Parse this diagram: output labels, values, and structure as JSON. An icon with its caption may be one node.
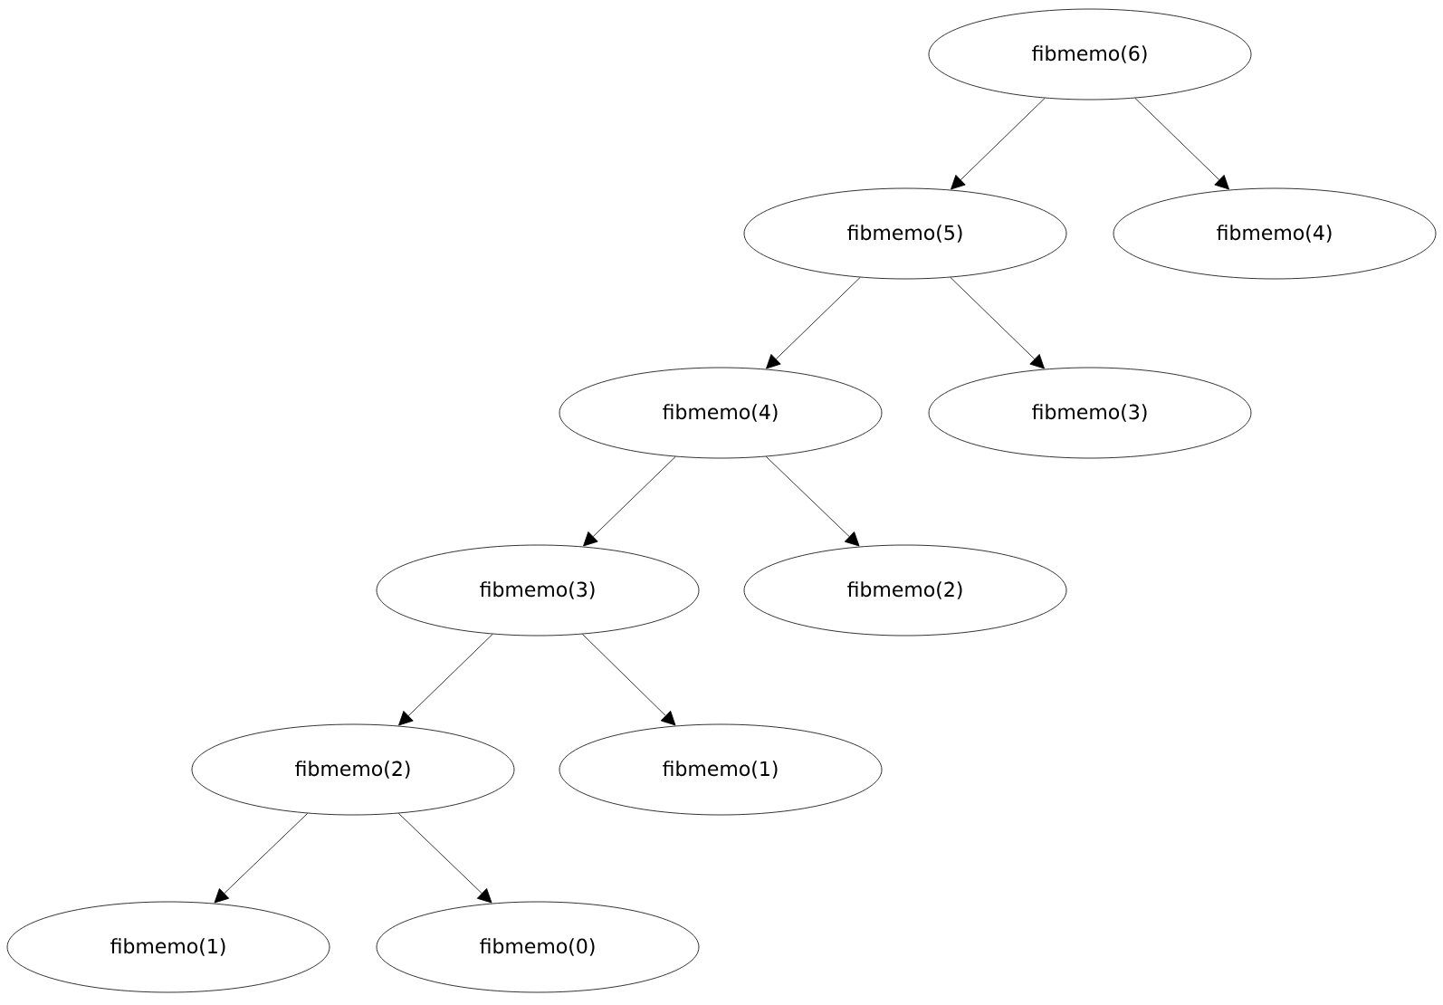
{
  "diagram": {
    "nodes": [
      {
        "text": [
          "fibmemo(6)"
        ]
      },
      {
        "text": [
          "fibmemo(5)"
        ]
      },
      {
        "text": [
          "fibmemo(4)"
        ]
      },
      {
        "text": [
          "fibmemo(4)"
        ]
      },
      {
        "text": [
          "fibmemo(3)"
        ]
      },
      {
        "text": [
          "fibmemo(3)"
        ]
      },
      {
        "text": [
          "fibmemo(2)"
        ]
      },
      {
        "text": [
          "fibmemo(2)"
        ]
      },
      {
        "text": [
          "fibmemo(1)"
        ]
      },
      {
        "text": [
          "fibmemo(1)"
        ]
      },
      {
        "text": [
          "fibmemo(0)"
        ]
      }
    ],
    "edges": [
      {
        "from": 0,
        "to": 1,
        "arrow": "to"
      },
      {
        "from": 0,
        "to": 2,
        "arrow": "to"
      },
      {
        "from": 1,
        "to": 3,
        "arrow": "to"
      },
      {
        "from": 1,
        "to": 4,
        "arrow": "to"
      },
      {
        "from": 3,
        "to": 5,
        "arrow": "to"
      },
      {
        "from": 3,
        "to": 6,
        "arrow": "to"
      },
      {
        "from": 5,
        "to": 7,
        "arrow": "to"
      },
      {
        "from": 5,
        "to": 8,
        "arrow": "to"
      },
      {
        "from": 7,
        "to": 9,
        "arrow": "to"
      },
      {
        "from": 7,
        "to": 10,
        "arrow": "to"
      }
    ]
  }
}
